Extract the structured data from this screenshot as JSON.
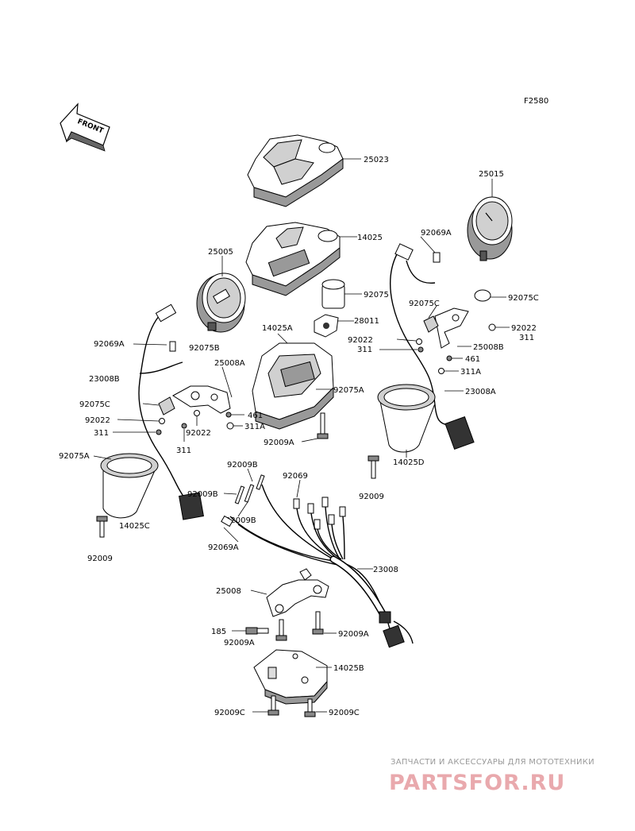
{
  "figure_code": "F2580",
  "front_label": "FRONT",
  "watermark": {
    "line1": "ЗАПЧАСТИ И АКСЕССУАРЫ ДЛЯ МОТОТЕХНИКИ",
    "line2": "PARTSFOR.RU"
  },
  "labels": {
    "p25023": "25023",
    "p25015": "25015",
    "p14025": "14025",
    "p92069A_top": "92069A",
    "p25005": "25005",
    "p92075": "92075",
    "p92075C": "92075C",
    "p92075C_mid": "92075C",
    "p28011": "28011",
    "p92022_r": "92022",
    "p14025A": "14025A",
    "p92022_mid": "92022",
    "p311_mid": "311",
    "p311_r": "311",
    "p25008B": "25008B",
    "p461_r": "461",
    "p311A_r": "311A",
    "p92069A_l": "92069A",
    "p92075B": "92075B",
    "p23008B": "23008B",
    "p25008A": "25008A",
    "p92075A_mid": "92075A",
    "p23008A": "23008A",
    "p92075C_l": "92075C",
    "p461_l": "461",
    "p92022_l": "92022",
    "p311A_l": "311A",
    "p311_l": "311",
    "p92022_c": "92022",
    "p92009A_mid": "92009A",
    "p311_c": "311",
    "p14025D": "14025D",
    "p92075A_l": "92075A",
    "p92009B_top": "92009B",
    "p92069": "92069",
    "p92009_r": "92009",
    "p92009B_l": "92009B",
    "p92009B_m": "92009B",
    "p14025C": "14025C",
    "p92069A_b": "92069A",
    "p92009_l": "92009",
    "p23008": "23008",
    "p25008": "25008",
    "p185": "185",
    "p92009A_b": "92009A",
    "p92009A_b2": "92009A",
    "p14025B": "14025B",
    "p92009C_l": "92009C",
    "p92009C_r": "92009C"
  }
}
